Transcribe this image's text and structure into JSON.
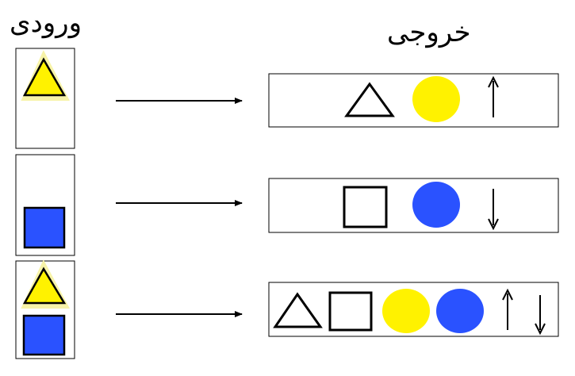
{
  "headings": {
    "input": "ورودی",
    "output": "خروجی"
  },
  "colors": {
    "yellow": "#FFF200",
    "blue": "#2A52FF",
    "outline": "#000000",
    "glow": "#F7F3A8"
  },
  "rows": [
    {
      "input": [
        "yellow-triangle"
      ],
      "output": [
        "triangle-outline-icon",
        "yellow-circle",
        "up-arrow-icon"
      ]
    },
    {
      "input": [
        "blue-square"
      ],
      "output": [
        "square-outline-icon",
        "blue-circle",
        "down-arrow-icon"
      ]
    },
    {
      "input": [
        "yellow-triangle",
        "blue-square"
      ],
      "output": [
        "triangle-outline-icon",
        "square-outline-icon",
        "yellow-circle",
        "blue-circle",
        "up-arrow-icon",
        "down-arrow-icon"
      ]
    }
  ]
}
